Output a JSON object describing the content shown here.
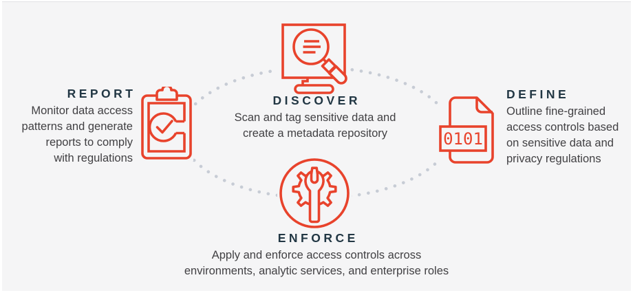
{
  "colors": {
    "accent": "#E8432C",
    "heading_text": "#223744",
    "body_text": "#414043",
    "dotted_line": "#C7CCD5",
    "background": "#F5F5F6",
    "frame": "#FFFFFF"
  },
  "stages": {
    "discover": {
      "title": "DISCOVER",
      "icon": "search-screen-icon",
      "lines": [
        "Scan and tag sensitive data and",
        "create a metadata repository"
      ]
    },
    "define": {
      "title": "DEFINE",
      "icon": "binary-file-icon",
      "file_label": "0101",
      "lines": [
        "Outline fine-grained",
        "access controls based",
        "on sensitive data and",
        "privacy regulations"
      ]
    },
    "enforce": {
      "title": "ENFORCE",
      "icon": "gear-wrench-icon",
      "lines": [
        "Apply and enforce access controls across",
        "environments, analytic services, and enterprise roles"
      ]
    },
    "report": {
      "title": "REPORT",
      "icon": "clipboard-check-icon",
      "lines": [
        "Monitor data access",
        "patterns and generate",
        "reports to comply",
        "with regulations"
      ]
    }
  }
}
